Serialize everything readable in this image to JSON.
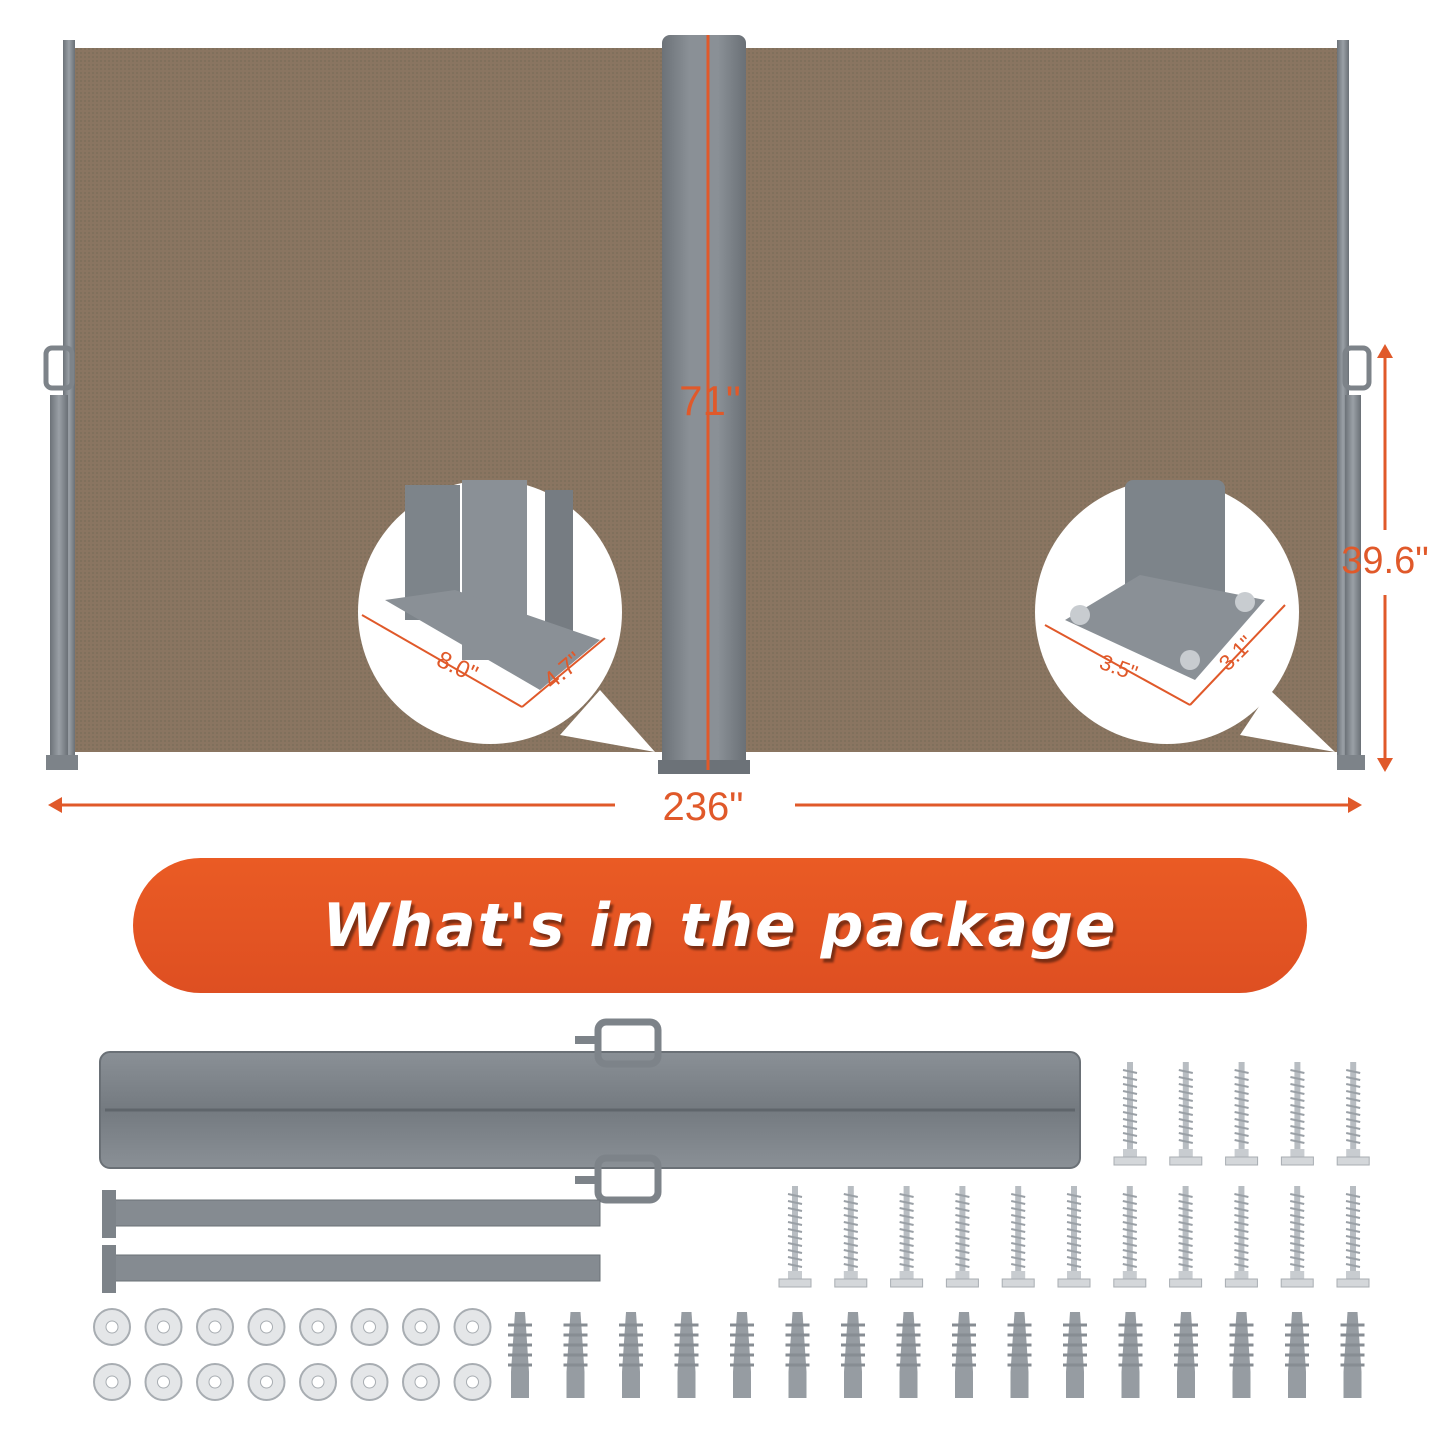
{
  "dimensions": {
    "total_width": "236\"",
    "center_height": "71\"",
    "end_post_height": "39.6\"",
    "center_base_length": "8.0\"",
    "center_base_width": "4.7\"",
    "end_base_length": "3.5\"",
    "end_base_width": "3.1\""
  },
  "banner": {
    "title": "What's in the package"
  },
  "package": {
    "washers": 16,
    "wall_anchors": 16,
    "long_screws": 5,
    "short_screws": 11,
    "support_bars": 2,
    "roller_units": 1
  },
  "colors": {
    "accent": "#e4572a",
    "fabric": "#8a7561",
    "metal": "#7d8389"
  }
}
